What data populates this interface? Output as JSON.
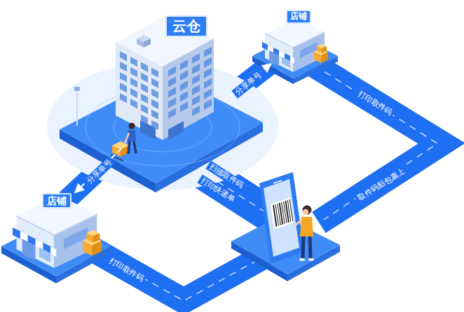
{
  "diagram": {
    "nodes": [
      {
        "text": [
          "云仓"
        ]
      },
      {
        "text": [
          "店铺"
        ]
      },
      {
        "text": [
          "店铺"
        ]
      }
    ],
    "edges": [
      {
        "from": 0,
        "to": 1,
        "label": "分享单号",
        "arrow": "to"
      },
      {
        "from": 0,
        "to": 2,
        "label": "分享单号",
        "arrow": "to"
      }
    ],
    "labels": [
      "打印取件码",
      "扫描取件码",
      "打印快递单",
      "取件码贴包裹上",
      "打印取件码"
    ]
  }
}
